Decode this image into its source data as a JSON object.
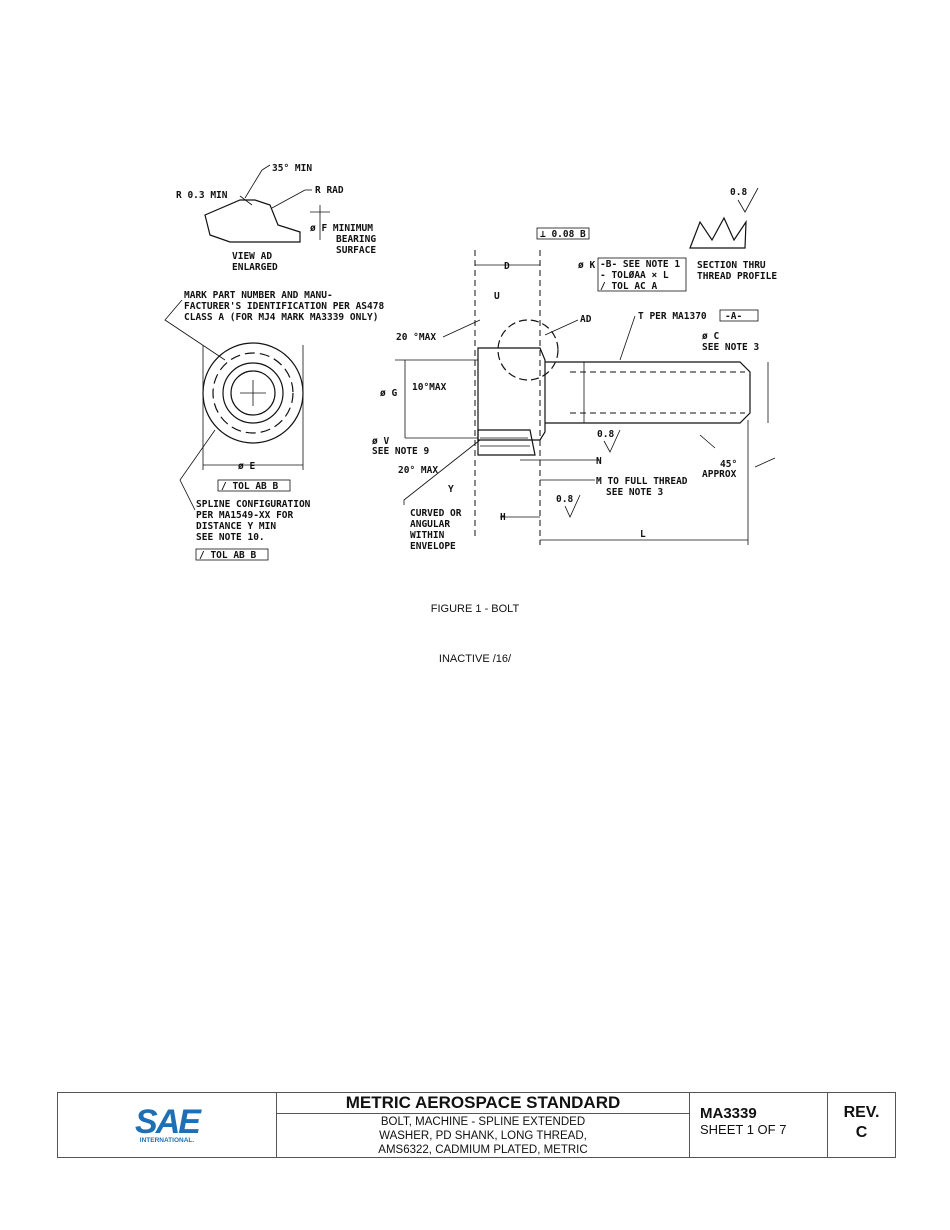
{
  "drawing": {
    "view_ad": {
      "angle_label": "35° MIN",
      "radius_min_label": "R 0.3 MIN",
      "radius_label": "R RAD",
      "bearing_lines": [
        "ø F MINIMUM",
        "BEARING",
        "SURFACE"
      ],
      "caption_lines": [
        "VIEW AD",
        "ENLARGED"
      ]
    },
    "end_view": {
      "mark_note_lines": [
        "MARK PART NUMBER AND MANU-",
        "FACTURER'S IDENTIFICATION PER AS478",
        "CLASS A (FOR MJ4 MARK MA3339 ONLY)"
      ],
      "dia_e_label": "ø E",
      "tol_box_1": "/ TOL AB B",
      "spline_note_lines": [
        "SPLINE CONFIGURATION",
        "PER MA1549-XX FOR",
        "DISTANCE Y MIN",
        "SEE NOTE 10."
      ],
      "tol_box_2": "/ TOL AB B"
    },
    "side_view": {
      "perp_box": "⊥ 0.08 B",
      "dim_d": "D",
      "dim_u": "U",
      "dim_k": "ø K",
      "datum_b_note": "-B- SEE NOTE 1",
      "tol_row_1": "- TOLØAA × L",
      "tol_row_2": "/ TOL AC  A",
      "ad_label": "AD",
      "angle_20_top": "20 °MAX",
      "angle_10": "10°MAX",
      "dim_g": "ø G",
      "dim_v_lines": [
        "ø V",
        "SEE NOTE 9"
      ],
      "angle_20_bottom": "20° MAX",
      "dim_y": "Y",
      "dim_h": "H",
      "curved_note_lines": [
        "CURVED OR",
        "ANGULAR",
        "WITHIN",
        "ENVELOPE"
      ],
      "thread_label": "T PER MA1370",
      "datum_a": "-A-",
      "dia_c_lines": [
        "ø C",
        "SEE NOTE 3"
      ],
      "finish_1": "0.8",
      "finish_2": "0.8",
      "finish_3": "0.8",
      "dim_n": "N",
      "dim_m_lines": [
        "M TO FULL THREAD",
        "SEE NOTE 3"
      ],
      "chamfer_lines": [
        "45°",
        "APPROX"
      ],
      "dim_l": "L",
      "section_lines": [
        "SECTION THRU",
        "THREAD PROFILE"
      ]
    }
  },
  "figure_caption": "FIGURE 1 - BOLT",
  "status": "INACTIVE /16/",
  "title_block": {
    "logo_text": "SAE",
    "logo_subtext": "INTERNATIONAL.",
    "brand_color": "#1f6fb5",
    "standard_title": "METRIC AEROSPACE STANDARD",
    "description_lines": [
      "BOLT, MACHINE - SPLINE EXTENDED",
      "WASHER, PD SHANK, LONG THREAD,",
      "AMS6322, CADMIUM PLATED, METRIC"
    ],
    "doc_number": "MA3339",
    "sheet": "SHEET 1 OF 7",
    "rev_label": "REV.",
    "rev_value": "C"
  }
}
